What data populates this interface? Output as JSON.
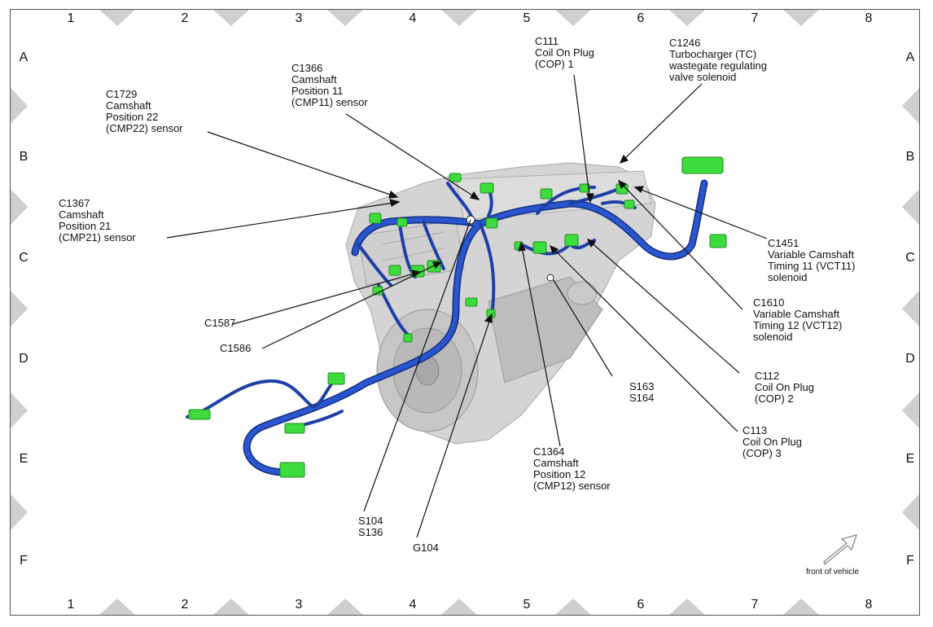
{
  "columns": [
    "1",
    "2",
    "3",
    "4",
    "5",
    "6",
    "7",
    "8"
  ],
  "rows": [
    "A",
    "B",
    "C",
    "D",
    "E",
    "F"
  ],
  "callouts": {
    "c111": "C111\nCoil On Plug\n(COP) 1",
    "c1246": "C1246\nTurbocharger (TC)\nwastegate regulating\nvalve solenoid",
    "c1366": "C1366\nCamshaft\nPosition 11\n(CMP11) sensor",
    "c1729": "C1729\nCamshaft\nPosition 22\n(CMP22) sensor",
    "c1367": "C1367\nCamshaft\nPosition 21\n(CMP21) sensor",
    "c1451": "C1451\nVariable Camshaft\nTiming 11 (VCT11)\nsolenoid",
    "c1610": "C1610\nVariable Camshaft\nTiming 12 (VCT12)\nsolenoid",
    "c1587": "C1587",
    "c1586": "C1586",
    "c112": "C112\nCoil On Plug\n(COP) 2",
    "s163": "S163\nS164",
    "c113": "C113\nCoil On Plug\n(COP) 3",
    "c1364": "C1364\nCamshaft\nPosition 12\n(CMP12) sensor",
    "s104": "S104\nS136",
    "g104": "G104"
  },
  "front_label": "front of vehicle",
  "colors": {
    "harness": "#1f3fa8",
    "connector": "#3ddc3d",
    "engine": "#d2d2d2",
    "grid_marker": "#cfcfcf"
  }
}
